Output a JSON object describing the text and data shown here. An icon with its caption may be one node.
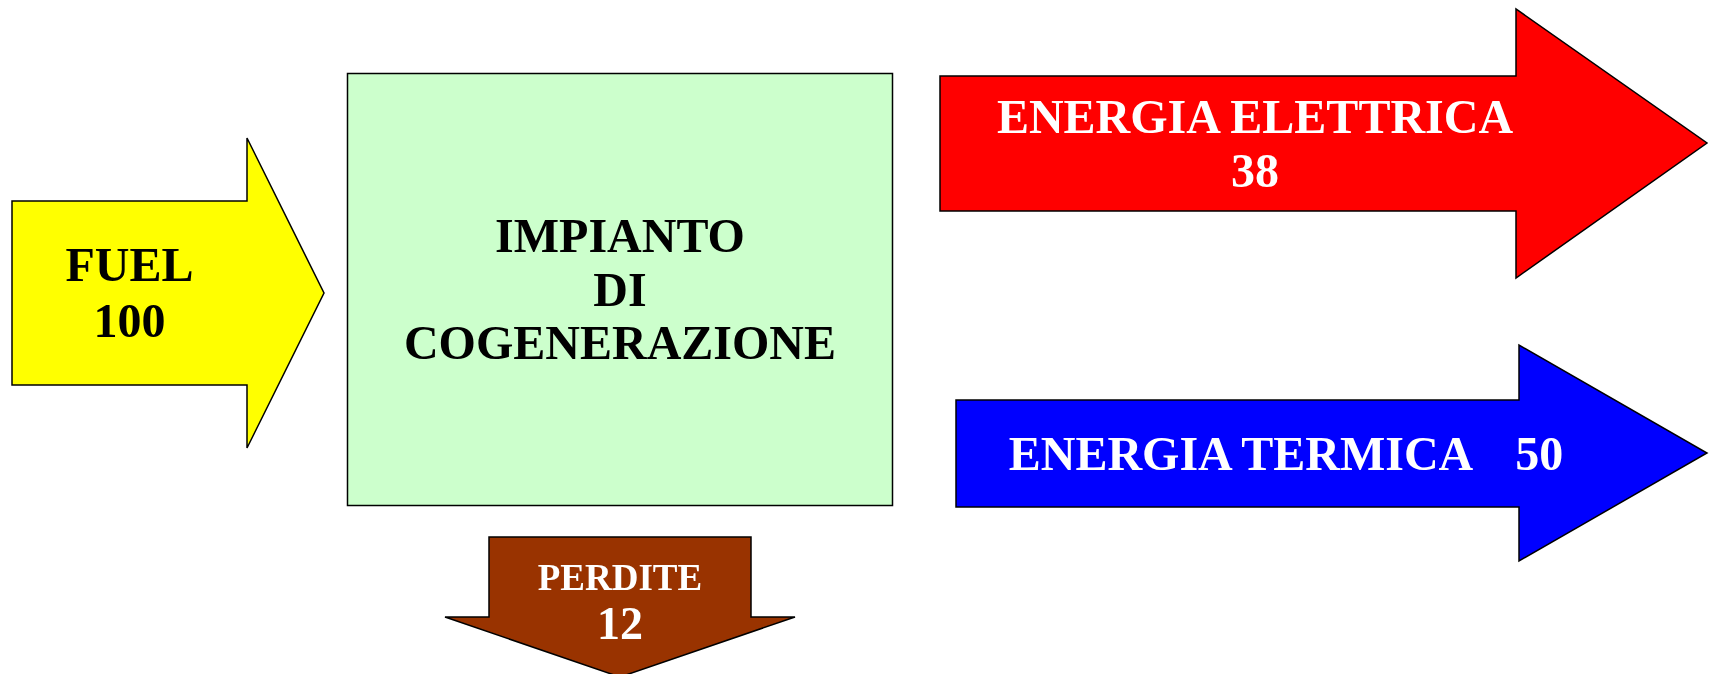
{
  "diagram": {
    "nodes": [
      {
        "text": [
          "FUEL",
          "100"
        ]
      },
      {
        "text": [
          "IMPIANTO DI COGENERAZIONE"
        ]
      },
      {
        "text": [
          "ENERGIA ELETTRICA",
          "38"
        ]
      },
      {
        "text": [
          "ENERGIA TERMICA",
          "50"
        ]
      },
      {
        "text": [
          "PERDITE",
          "12"
        ]
      }
    ]
  }
}
